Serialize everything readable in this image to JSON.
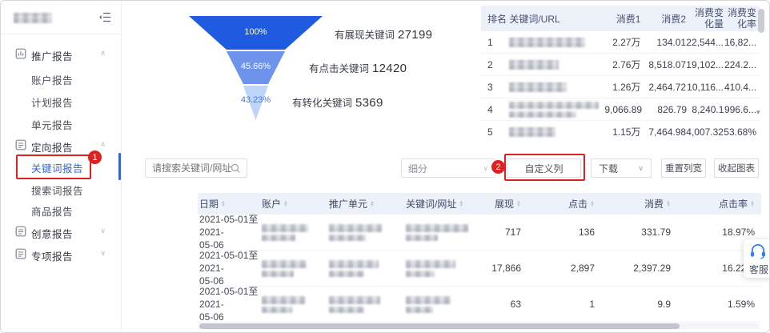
{
  "sidebar": {
    "active": "关键词报告",
    "groups": [
      {
        "label": "推广报告",
        "expanded": true,
        "children": [
          "账户报告",
          "计划报告",
          "单元报告"
        ]
      },
      {
        "label": "定向报告",
        "expanded": true,
        "children": [
          "关键词报告",
          "搜索词报告",
          "商品报告"
        ]
      },
      {
        "label": "创意报告",
        "expanded": false,
        "children": []
      },
      {
        "label": "专项报告",
        "expanded": false,
        "children": []
      }
    ]
  },
  "funnel": {
    "stages": [
      {
        "pct": "100%",
        "label": "有展现关键词",
        "value": "27199"
      },
      {
        "pct": "45.66%",
        "label": "有点击关键词",
        "value": "12420"
      },
      {
        "pct": "43.23%",
        "label": "有转化关键词",
        "value": "5369"
      }
    ],
    "colors": [
      "#1f5be0",
      "#6d93ec",
      "#bdd5f8"
    ]
  },
  "rank_table": {
    "headers": [
      "排名",
      "关键词/URL",
      "消费1",
      "消费2",
      "消费变化量",
      "消费变化率"
    ],
    "rows": [
      {
        "rank": "1",
        "spend1": "2.27万",
        "spend2": "134.01",
        "delta": "22,544...",
        "rate": "16,82..."
      },
      {
        "rank": "2",
        "spend1": "2.76万",
        "spend2": "8,518.07",
        "delta": "19,102...",
        "rate": "224.2..."
      },
      {
        "rank": "3",
        "spend1": "1.26万",
        "spend2": "2,464.72",
        "delta": "10,116...",
        "rate": "410.4..."
      },
      {
        "rank": "4",
        "spend1": "9,066.89",
        "spend2": "826.79",
        "delta": "8,240.1",
        "rate": "996.6..."
      },
      {
        "rank": "5",
        "spend1": "1.15万",
        "spend2": "7,464.98",
        "delta": "4,007.32",
        "rate": "53.68%"
      }
    ]
  },
  "toolbar": {
    "search_placeholder": "请搜索关键词/网址",
    "segment_label": "细分",
    "customize_columns": "自定义列",
    "download": "下载",
    "reset_columns": "重置列宽",
    "collapse_chart": "收起图表"
  },
  "data_table": {
    "headers": [
      "日期",
      "账户",
      "推广单元",
      "关键词/网址",
      "展现",
      "点击",
      "消费",
      "点击率"
    ],
    "rows": [
      {
        "date_line1": "2021-05-01至2021-",
        "date_line2": "05-06",
        "impressions": "717",
        "clicks": "136",
        "cost": "331.79",
        "ctr": "18.97%"
      },
      {
        "date_line1": "2021-05-01至2021-",
        "date_line2": "05-06",
        "impressions": "17,866",
        "clicks": "2,897",
        "cost": "2,397.29",
        "ctr": "16.22%"
      },
      {
        "date_line1": "2021-05-01至2021-",
        "date_line2": "05-06",
        "impressions": "63",
        "clicks": "1",
        "cost": "9.9",
        "ctr": "1.59%"
      }
    ]
  },
  "annotations": {
    "badge1": "1",
    "badge2": "2"
  },
  "service": {
    "label": "客服"
  },
  "icons": {
    "chevron_up": "∧",
    "chevron_down": "∨",
    "sort_up": "▲",
    "sort_down": "▼",
    "scroll_down": "▾"
  },
  "colors": {
    "accent": "#2e65e0",
    "annotation_red": "#e02121",
    "header_bg": "#edf1fa"
  }
}
